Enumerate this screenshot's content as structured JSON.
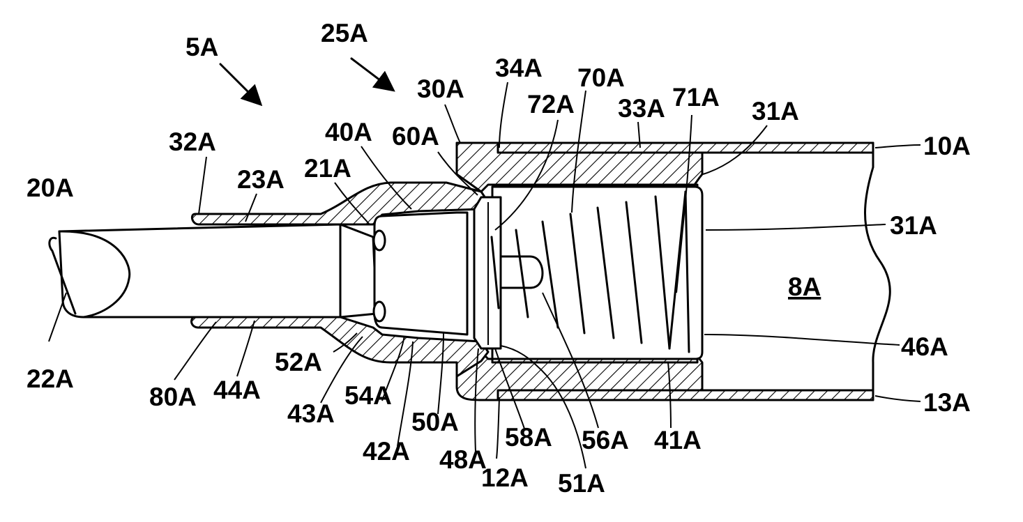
{
  "figure": {
    "labels": {
      "l5A": "5A",
      "l25A": "25A",
      "l30A": "30A",
      "l34A": "34A",
      "l72A": "72A",
      "l70A": "70A",
      "l33A": "33A",
      "l71A": "71A",
      "l31A_top": "31A",
      "l10A": "10A",
      "l32A": "32A",
      "l40A": "40A",
      "l60A": "60A",
      "l20A": "20A",
      "l23A": "23A",
      "l21A": "21A",
      "l31A_mid": "31A",
      "l8A": "8A",
      "l46A": "46A",
      "l13A": "13A",
      "l22A": "22A",
      "l52A": "52A",
      "l80A": "80A",
      "l44A": "44A",
      "l43A": "43A",
      "l54A": "54A",
      "l42A": "42A",
      "l50A": "50A",
      "l48A": "48A",
      "l58A": "58A",
      "l56A": "56A",
      "l41A": "41A",
      "l12A": "12A",
      "l51A": "51A"
    }
  }
}
